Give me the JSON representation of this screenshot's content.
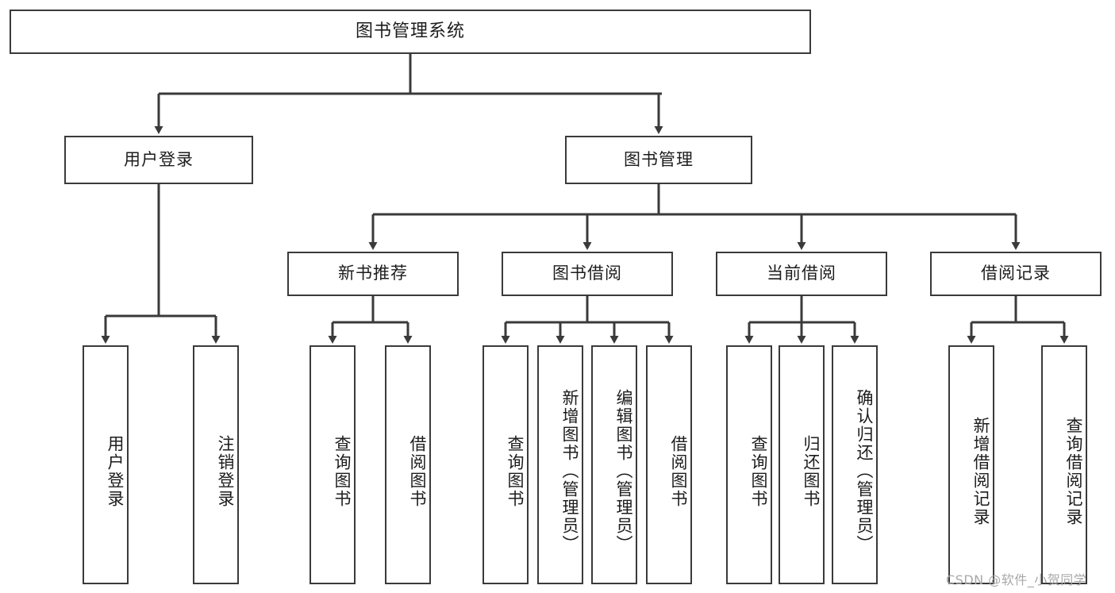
{
  "diagram": {
    "title": "图书管理系统",
    "type": "tree-hierarchy",
    "watermark": "CSDN @软件_小贺同学",
    "colors": {
      "border": "#3a3a3a",
      "background": "#ffffff",
      "text": "#1c1c1c",
      "watermark": "#a8a8a8"
    },
    "nodes": {
      "root": {
        "label": "图书管理系统"
      },
      "level2": [
        {
          "id": "user-login",
          "label": "用户登录"
        },
        {
          "id": "book-manage",
          "label": "图书管理"
        }
      ],
      "level3": [
        {
          "id": "new-book-rec",
          "label": "新书推荐"
        },
        {
          "id": "book-borrow",
          "label": "图书借阅"
        },
        {
          "id": "current-borrow",
          "label": "当前借阅"
        },
        {
          "id": "borrow-record",
          "label": "借阅记录"
        }
      ],
      "leaves": {
        "user_login": [
          {
            "id": "leaf-user-login",
            "label": "用户登录"
          },
          {
            "id": "leaf-logout",
            "label": "注销登录"
          }
        ],
        "new_book_rec": [
          {
            "id": "leaf-query-book-1",
            "label": "查询图书"
          },
          {
            "id": "leaf-borrow-book-1",
            "label": "借阅图书"
          }
        ],
        "book_borrow": [
          {
            "id": "leaf-query-book-2",
            "label": "查询图书"
          },
          {
            "id": "leaf-add-book",
            "label": "新增图书（管理员）"
          },
          {
            "id": "leaf-edit-book",
            "label": "编辑图书（管理员）"
          },
          {
            "id": "leaf-borrow-book-2",
            "label": "借阅图书"
          }
        ],
        "current_borrow": [
          {
            "id": "leaf-query-book-3",
            "label": "查询图书"
          },
          {
            "id": "leaf-return-book",
            "label": "归还图书"
          },
          {
            "id": "leaf-confirm-return",
            "label": "确认归还（管理员）"
          }
        ],
        "borrow_record": [
          {
            "id": "leaf-add-record",
            "label": "新增借阅记录"
          },
          {
            "id": "leaf-query-record",
            "label": "查询借阅记录"
          }
        ]
      }
    }
  }
}
